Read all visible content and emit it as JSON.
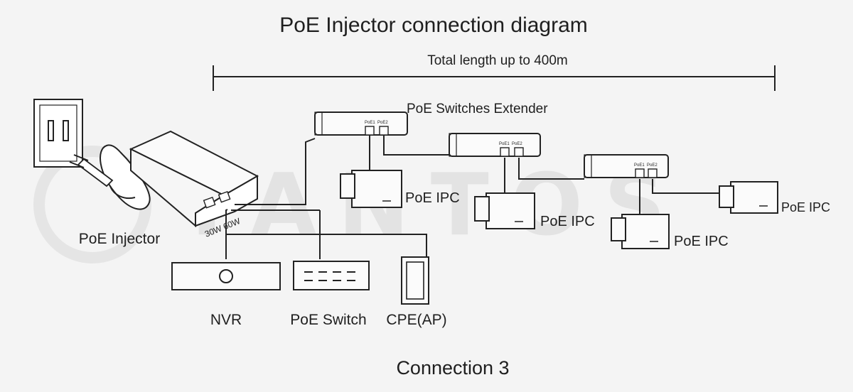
{
  "title": "PoE Injector connection diagram",
  "total_length": "Total length up to 400m",
  "extender_label": "PoE Switches Extender",
  "injector_label": "PoE Injector",
  "injector_power": "30W 60W",
  "ipc_labels": [
    "PoE IPC",
    "PoE IPC",
    "PoE IPC",
    "PoE IPC"
  ],
  "port_labels": [
    "PoE1",
    "PoE2"
  ],
  "devices": {
    "nvr": "NVR",
    "switch": "PoE Switch",
    "cpe": "CPE(AP)"
  },
  "footer": "Connection 3",
  "watermark": "TANTOS"
}
